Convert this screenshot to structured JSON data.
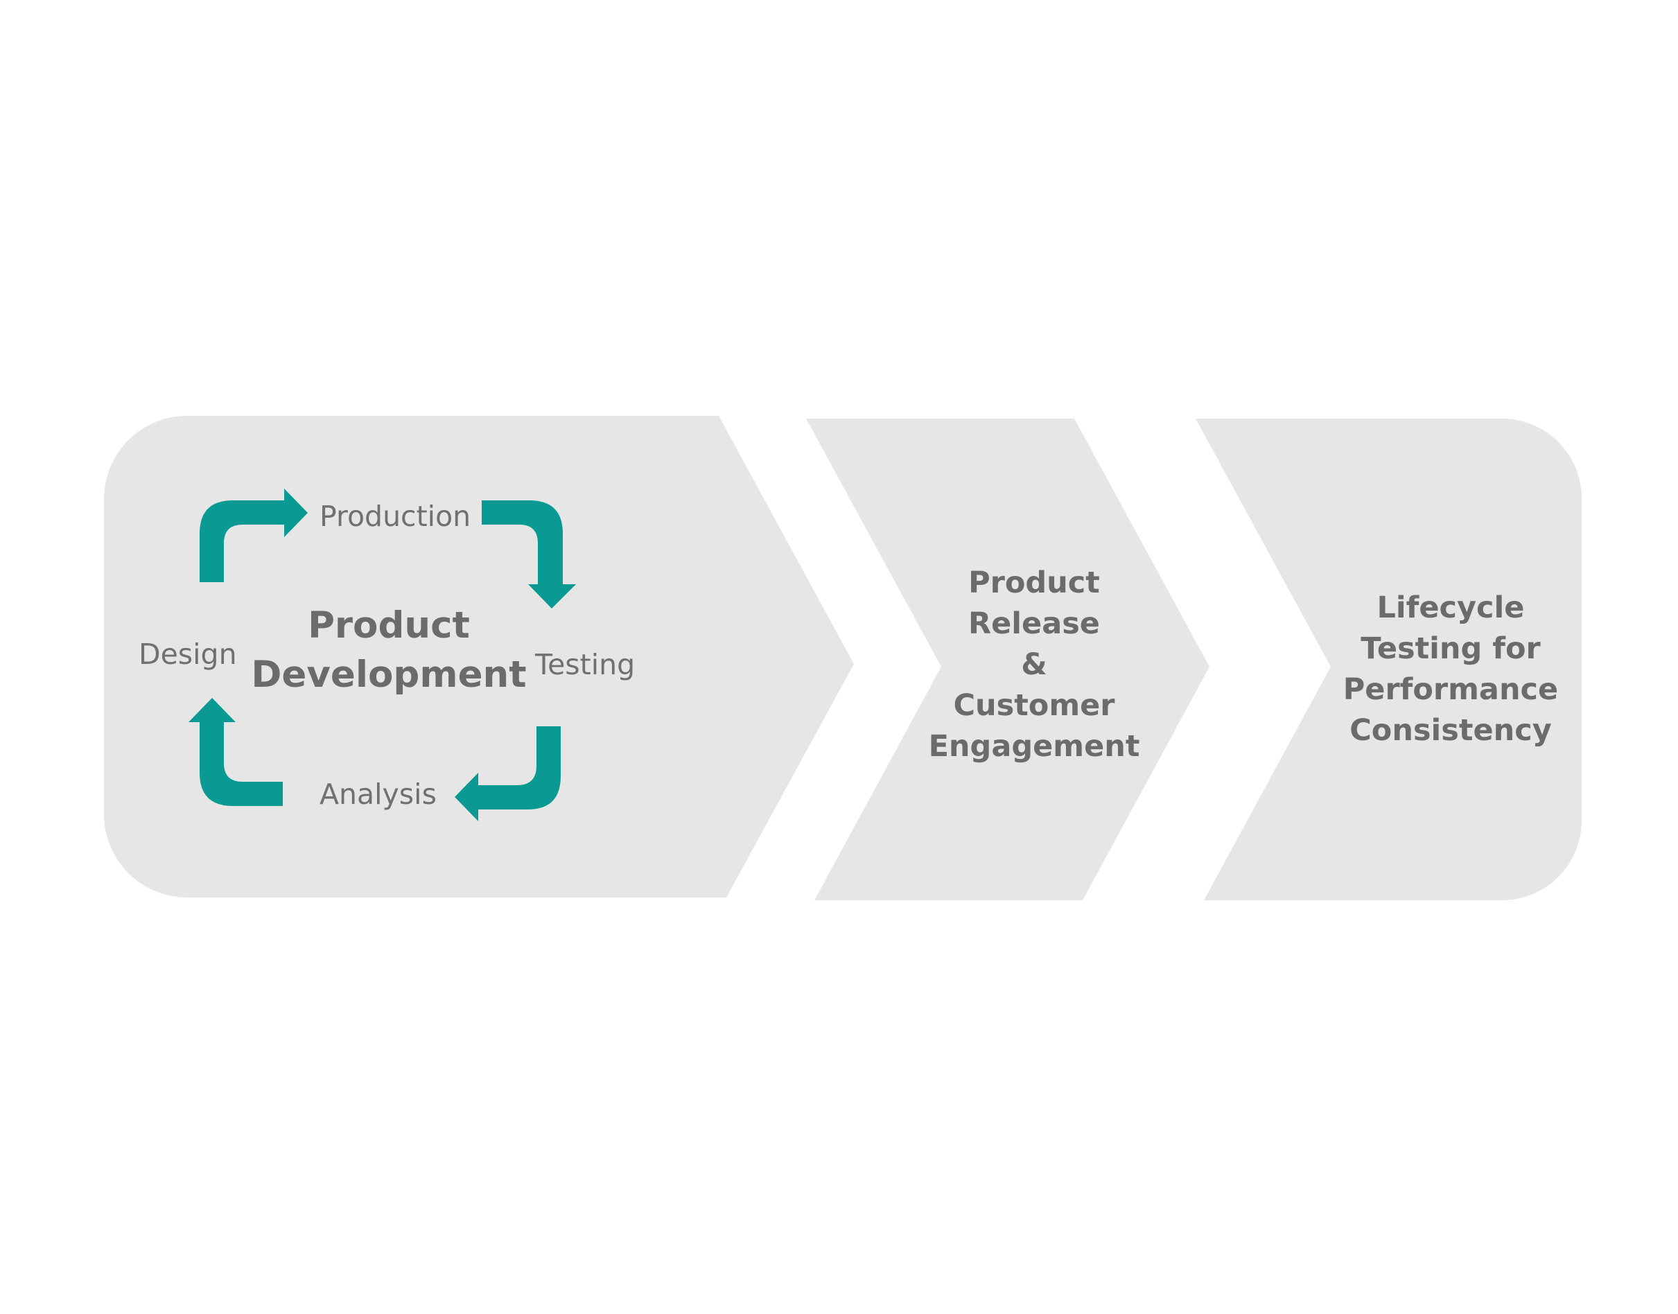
{
  "colors": {
    "panel": "#e6e6e6",
    "text": "#6b6b6b",
    "cycle_text": "#707070",
    "arrow": "#0a9a93",
    "background": "#ffffff"
  },
  "stage1": {
    "title_line1": "Product",
    "title_line2": "Development",
    "cycle": {
      "production": "Production",
      "testing": "Testing",
      "analysis": "Analysis",
      "design": "Design"
    }
  },
  "stage2": {
    "line1": "Product",
    "line2": "Release",
    "line3": "&",
    "line4": "Customer",
    "line5": "Engagement"
  },
  "stage3": {
    "line1": "Lifecycle",
    "line2": "Testing for",
    "line3": "Performance",
    "line4": "Consistency"
  },
  "icons": {
    "arrow_design_to_production": "curved-arrow-right-icon",
    "arrow_production_to_testing": "curved-arrow-down-icon",
    "arrow_testing_to_analysis": "curved-arrow-left-icon",
    "arrow_analysis_to_design": "curved-arrow-up-icon"
  }
}
